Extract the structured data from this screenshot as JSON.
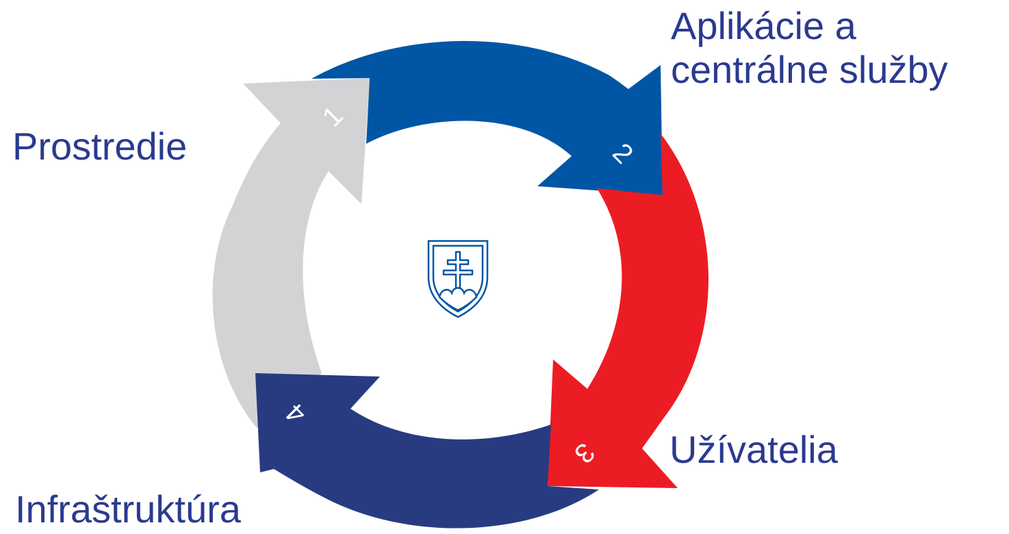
{
  "diagram": {
    "steps": [
      {
        "number": "1",
        "label": "Prostredie",
        "color": "#d2d3d5"
      },
      {
        "number": "2",
        "label_lines": [
          "Aplikácie a",
          "centrálne služby"
        ],
        "color": "#0056a4"
      },
      {
        "number": "3",
        "label": "Užívatelia",
        "color": "#ec1c24"
      },
      {
        "number": "4",
        "label": "Infraštruktúra",
        "color": "#283b81"
      }
    ],
    "center_emblem": "slovak-coat-of-arms-icon"
  }
}
